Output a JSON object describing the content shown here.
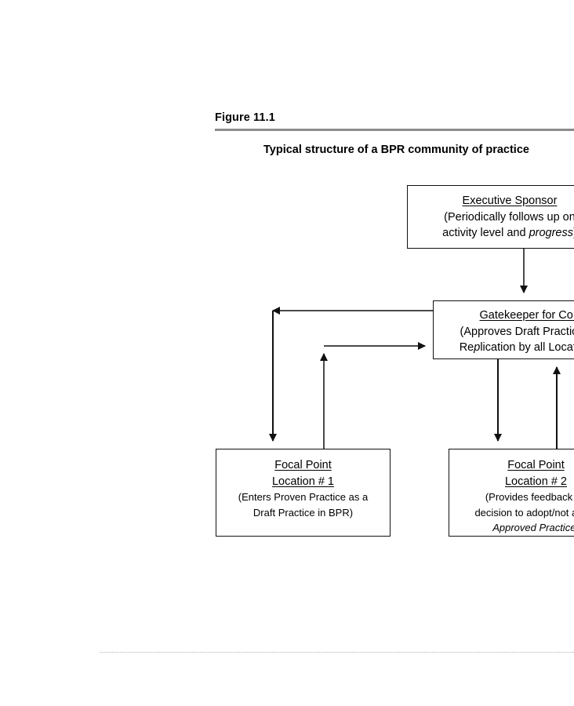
{
  "figure": {
    "label": "Figure 11.1",
    "title": "Typical structure of a BPR community of practice"
  },
  "diagram": {
    "type": "flowchart",
    "nodes": [
      {
        "id": "executive-sponsor",
        "title": "Executive Sponsor",
        "line2": "(Periodically follows up on",
        "line3_a": "activity level and ",
        "line3_italic": "progress",
        "line3_b": ")"
      },
      {
        "id": "gatekeeper",
        "title": "Gatekeeper for CoP",
        "line2_a": "(Approves Draft Practice for",
        "line3_a": "Re",
        "line3_italic": "p",
        "line3_b": "lication by all Locations)"
      },
      {
        "id": "focal-point-1",
        "title_line1": "Focal Point",
        "title_line2": "Location # 1",
        "line3": "(Enters Proven Practice as a",
        "line4": "Draft Practice in BPR)"
      },
      {
        "id": "focal-point-2",
        "title_line1": "Focal Point",
        "title_line2": "Location # 2",
        "line3": "(Provides feedback on",
        "line4": "decision to adopt/not adopt",
        "line5_italic": "Approved Practice",
        "line5_b": ")"
      }
    ],
    "edges": [
      {
        "id": "exec-to-gatekeeper",
        "from": "executive-sponsor",
        "to": "gatekeeper",
        "direction": "down"
      },
      {
        "id": "gatekeeper-to-focal-1",
        "from": "gatekeeper",
        "to": "focal-point-1",
        "direction": "left-down"
      },
      {
        "id": "focal-1-to-gatekeeper",
        "from": "focal-point-1",
        "to": "gatekeeper",
        "direction": "up-right"
      },
      {
        "id": "gatekeeper-to-focal-2",
        "from": "gatekeeper",
        "to": "focal-point-2",
        "direction": "down"
      },
      {
        "id": "focal-2-to-gatekeeper",
        "from": "focal-point-2",
        "to": "gatekeeper",
        "direction": "up"
      }
    ]
  },
  "colors": {
    "line": "#111111",
    "rule": "#8d8d8d",
    "divider": "#b9b0ad",
    "background": "#ffffff"
  }
}
